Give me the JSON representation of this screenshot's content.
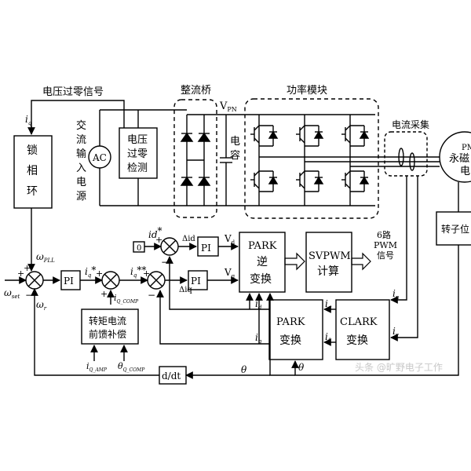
{
  "top": {
    "zero_signal": "电压过零信号",
    "rectifier": "整流桥",
    "vpn": "V",
    "vpn_sub": "PN",
    "capacitor": [
      "电",
      "容"
    ],
    "power_module": "功率模块",
    "current_sampling": "电流采集",
    "motor": [
      "PM",
      "永磁",
      "电"
    ],
    "ac_source": [
      "交",
      "流",
      "输",
      "入",
      "电",
      "源"
    ],
    "ac": "AC",
    "zero_detect": [
      "电压",
      "过零",
      "检测"
    ],
    "rotor_pos": "转子位"
  },
  "control": {
    "iq_top": "i",
    "iq_top_sub": "q",
    "pll": [
      "锁",
      "相",
      "环"
    ],
    "w_pll": "ω",
    "w_pll_sub": "PLL",
    "w_set": "ω",
    "w_set_sub": "set",
    "w_r": "ω",
    "w_r_sub": "r",
    "pi": "PI",
    "iq_star": "i",
    "iq_star_sub": "q",
    "iq_star_mark": "*",
    "iq_2star": "i",
    "iq_2star_sub": "q",
    "iq_2star_mark": "**",
    "iq_comp": "i",
    "iq_comp_sub": "Q_COMP",
    "torque_comp": [
      "转矩电流",
      "前馈补偿"
    ],
    "iq_amp": "i",
    "iq_amp_sub": "Q_AMP",
    "theta_comp": "θ",
    "theta_comp_sub": "Q_COMP",
    "id_star": "id",
    "id_star_mark": "*",
    "zero": "0",
    "delta_id": "Δid",
    "delta_iq": "Δiq",
    "vd": "V",
    "vd_sub": "d",
    "vq": "V",
    "vq_sub": "q",
    "park_inv": [
      "PARK",
      "逆",
      "变换"
    ],
    "svpwm": [
      "SVPWM",
      "计算"
    ],
    "pwm_signal": [
      "6路",
      "PWM",
      "信号"
    ],
    "park": [
      "PARK",
      "变换"
    ],
    "clark": [
      "CLARK",
      "变换"
    ],
    "id": "i",
    "id_sub": "d",
    "iq": "i",
    "iq_sub": "q",
    "ia": "i",
    "ia_sub": "α",
    "ib": "i",
    "ib_sub": "β",
    "iu": "i",
    "iu_sub": "u",
    "iv": "i",
    "iv_sub": "v",
    "theta": "θ",
    "ddt": "d/dt",
    "plus": "+",
    "minus": "−"
  },
  "watermark": "头条 @旷野电子工作"
}
